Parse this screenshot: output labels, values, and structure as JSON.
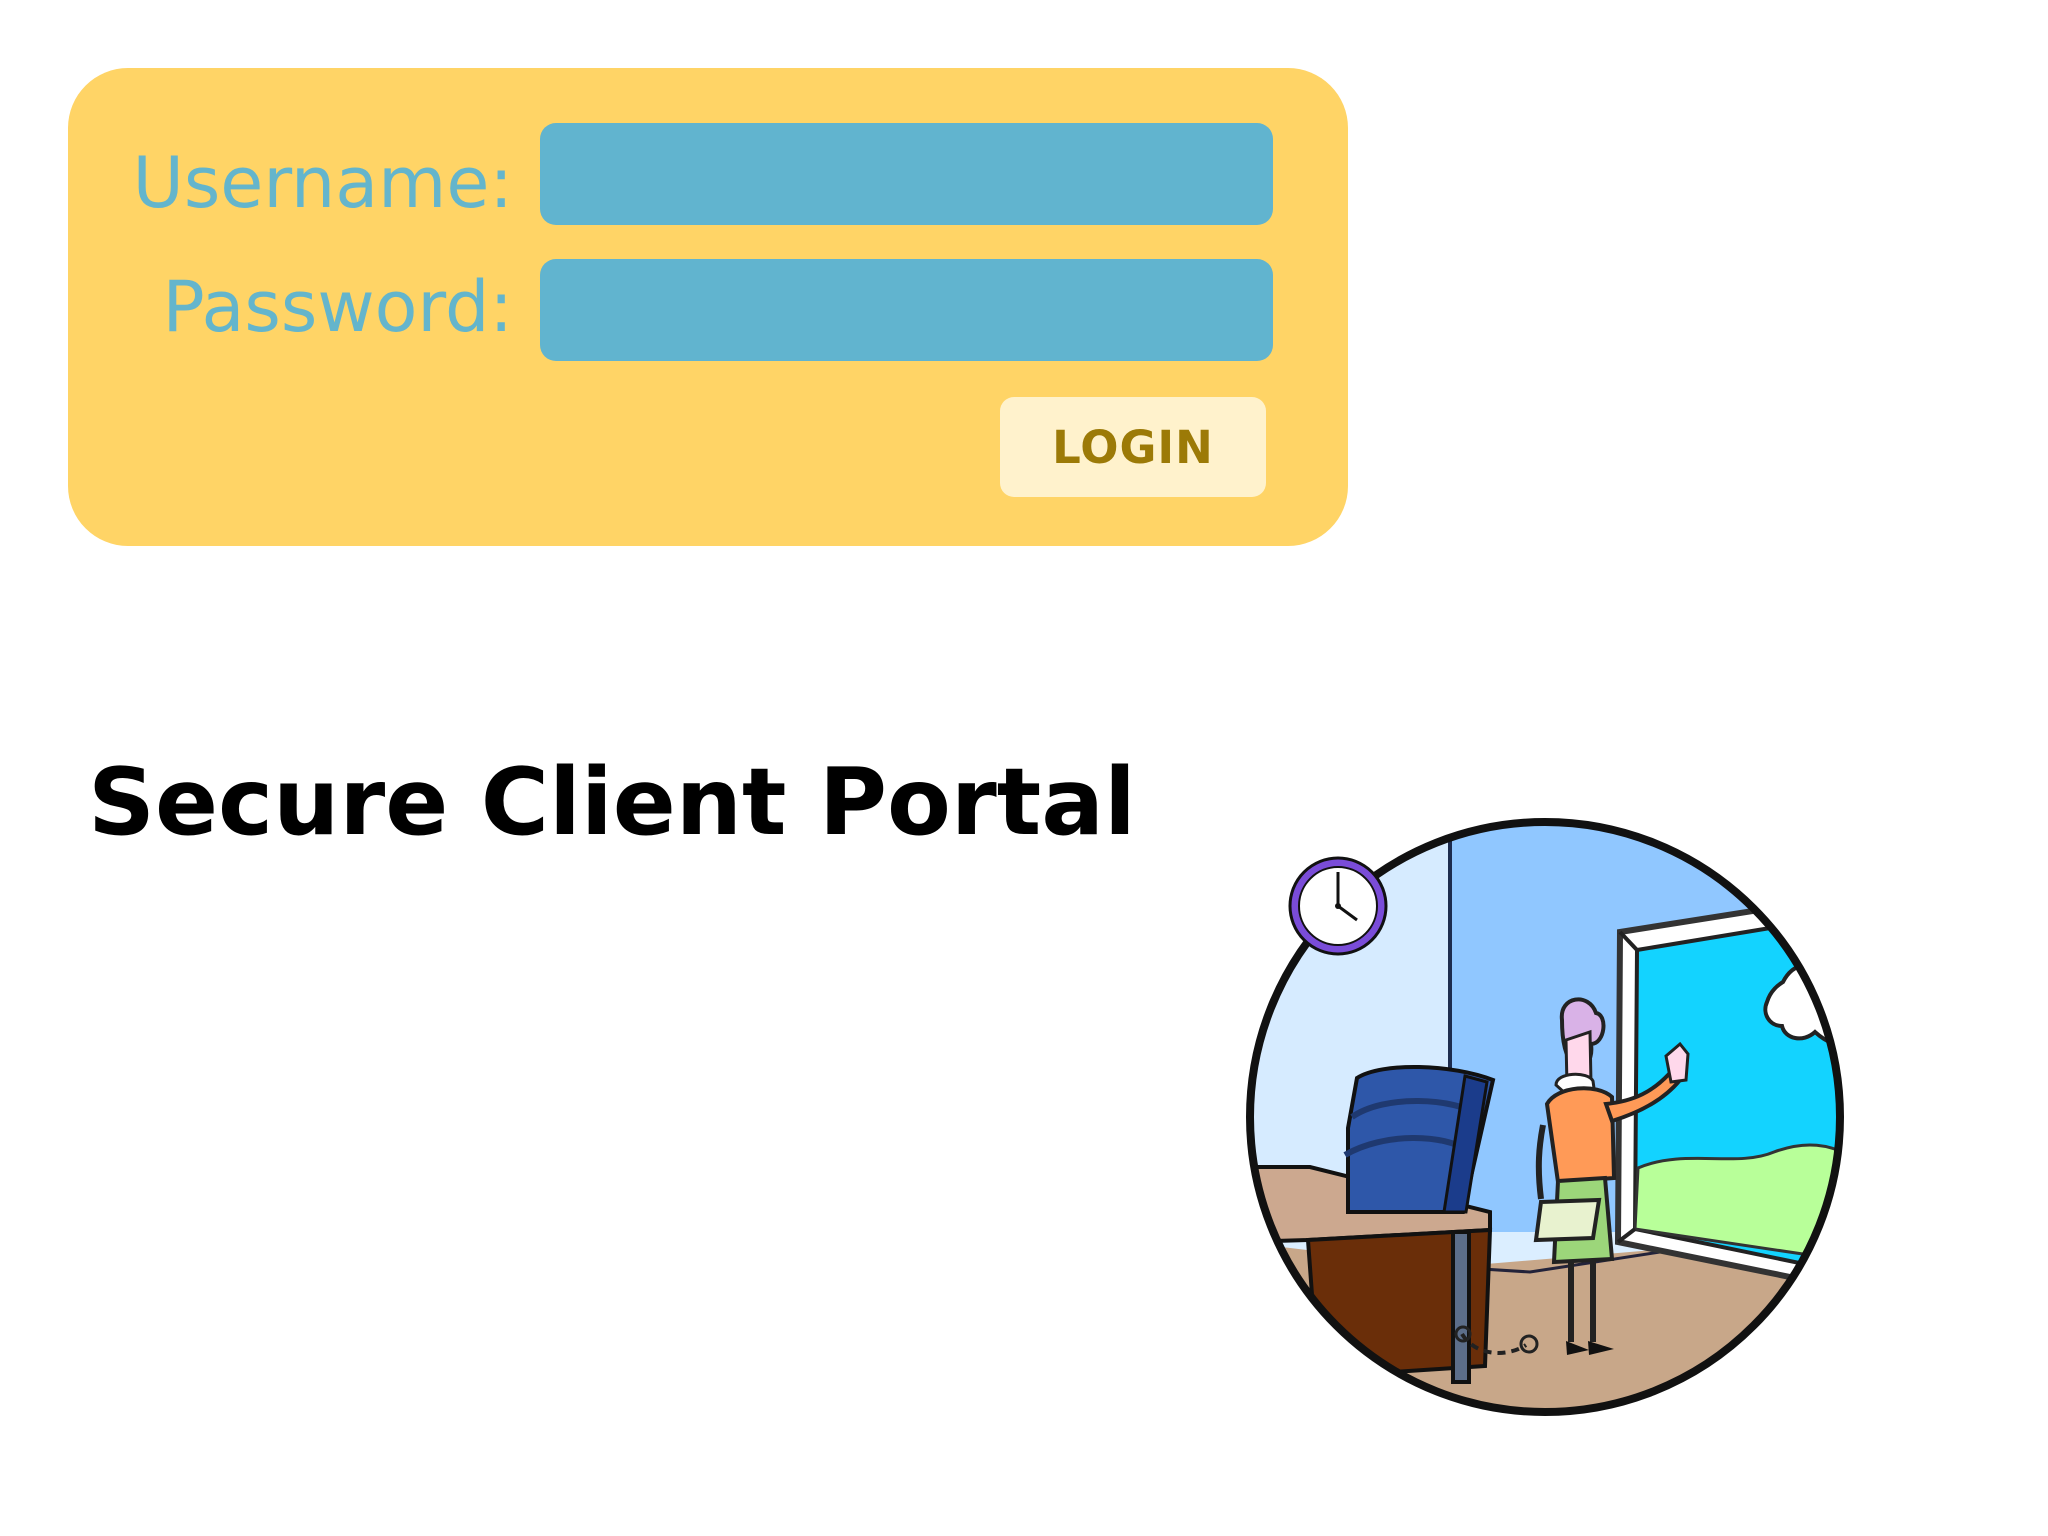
{
  "login_form": {
    "username_label": "Username:",
    "password_label": "Password:",
    "username_value": "",
    "password_value": "",
    "login_label": "LOGIN"
  },
  "page_title": "Secure Client Portal",
  "illustration": {
    "icon": "office-worker-chained-illustration"
  },
  "colors": {
    "panel": "#ffd466",
    "label_text": "#64b5cc",
    "input_fill": "#61b4cf",
    "button_fill": "#fff2cc",
    "button_text": "#9c7a07",
    "title_text": "#000000"
  }
}
